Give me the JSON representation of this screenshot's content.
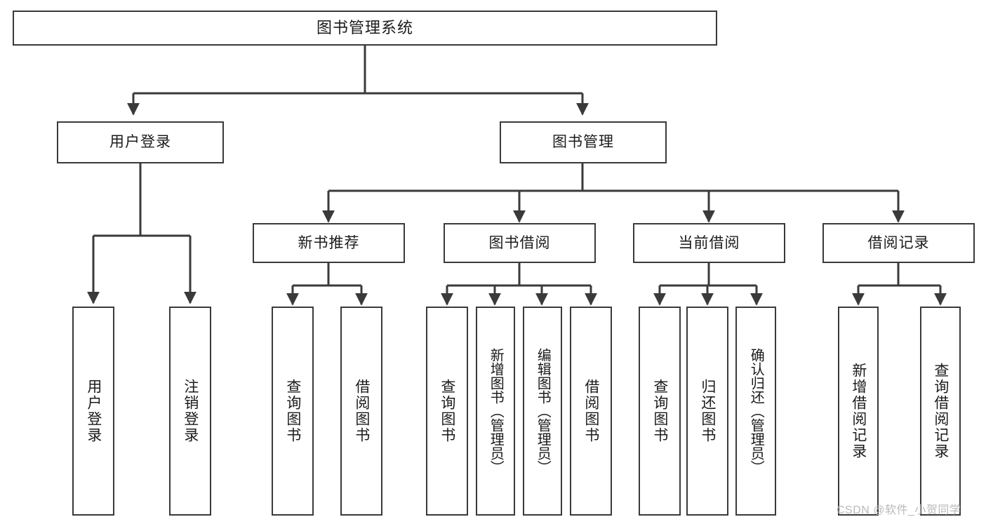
{
  "diagram": {
    "title": "图书管理系统",
    "type": "tree",
    "watermark": "CSDN @软件_小贺同学",
    "colors": {
      "stroke": "#3a3a3a",
      "fill": "#ffffff",
      "text": "#1b1b1b",
      "watermark": "#b9b9b9"
    },
    "nodes": {
      "root": {
        "label": "图书管理系统"
      },
      "level2": [
        {
          "label": "用户登录"
        },
        {
          "label": "图书管理"
        }
      ],
      "level3": [
        {
          "label": "新书推荐"
        },
        {
          "label": "图书借阅"
        },
        {
          "label": "当前借阅"
        },
        {
          "label": "借阅记录"
        }
      ],
      "leaves": {
        "user_login": [
          {
            "label": "用户登录"
          },
          {
            "label": "注销登录"
          }
        ],
        "new_book": [
          {
            "label": "查询图书"
          },
          {
            "label": "借阅图书"
          }
        ],
        "book_borrow": [
          {
            "label": "查询图书"
          },
          {
            "label": "新增图书（管理员）"
          },
          {
            "label": "编辑图书（管理员）"
          },
          {
            "label": "借阅图书"
          }
        ],
        "current_borrow": [
          {
            "label": "查询图书"
          },
          {
            "label": "归还图书"
          },
          {
            "label": "确认归还（管理员）"
          }
        ],
        "borrow_record": [
          {
            "label": "新增借阅记录"
          },
          {
            "label": "查询借阅记录"
          }
        ]
      }
    }
  }
}
